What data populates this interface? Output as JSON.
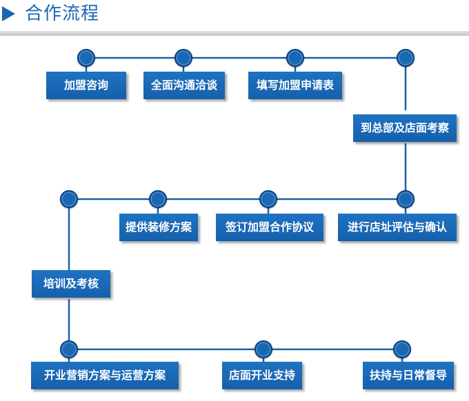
{
  "header": {
    "title": "合作流程"
  },
  "steps": [
    "加盟咨询",
    "全面沟通洽谈",
    "填写加盟申请表",
    "到总部及店面考察",
    "进行店址评估与确认",
    "签订加盟合作协议",
    "提供装修方案",
    "培训及考核",
    "开业营销方案与运营方案",
    "店面开业支持",
    "扶持与日常督导"
  ],
  "colors": {
    "primary": "#1a67b4",
    "line": "#1a5fa6"
  }
}
